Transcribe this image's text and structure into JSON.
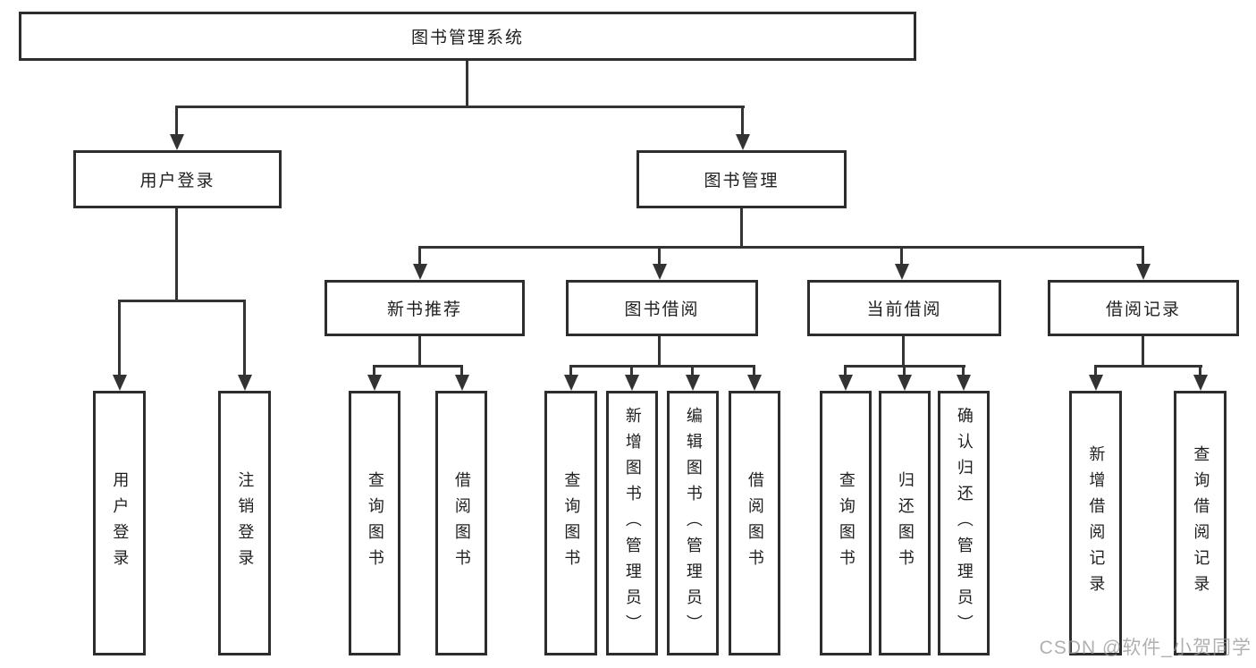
{
  "diagram": {
    "title": "图书管理系统",
    "level2": [
      {
        "label": "用户登录"
      },
      {
        "label": "图书管理"
      }
    ],
    "level3": [
      {
        "label": "新书推荐"
      },
      {
        "label": "图书借阅"
      },
      {
        "label": "当前借阅"
      },
      {
        "label": "借阅记录"
      }
    ],
    "leaves": {
      "user_login": [
        "用户登录",
        "注销登录"
      ],
      "new_book": [
        "查询图书",
        "借阅图书"
      ],
      "book_borrow": [
        "查询图书",
        "新增图书（管理员）",
        "编辑图书（管理员）",
        "借阅图书"
      ],
      "current_borrow": [
        "查询图书",
        "归还图书",
        "确认归还（管理员）"
      ],
      "borrow_record": [
        "新增借阅记录",
        "查询借阅记录"
      ]
    }
  },
  "watermark": "CSDN @软件_小贺同学",
  "colors": {
    "line": "#333333",
    "box_border": "#2d2d2d",
    "text": "#1f1f1f",
    "watermark": "#969696",
    "background": "#ffffff"
  }
}
